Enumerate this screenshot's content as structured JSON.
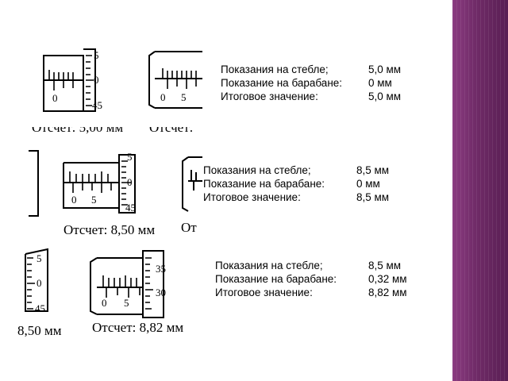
{
  "stripe_color": "#6e2a66",
  "panels": [
    {
      "rows": [
        {
          "label": "Показания на стебле;",
          "value": "5,0 мм"
        },
        {
          "label": "Показание на барабане:",
          "value": "0 мм"
        },
        {
          "label": "Итоговое значение:",
          "value": "5,0 мм"
        }
      ]
    },
    {
      "rows": [
        {
          "label": "Показания на стебле;",
          "value": "8,5 мм"
        },
        {
          "label": "Показание на барабане:",
          "value": "0 мм"
        },
        {
          "label": "Итоговое значение:",
          "value": "8,5 мм"
        }
      ]
    },
    {
      "rows": [
        {
          "label": "Показания на стебле;",
          "value": "8,5 мм"
        },
        {
          "label": "Показание на барабане:",
          "value": "0,32 мм"
        },
        {
          "label": "Итоговое значение:",
          "value": "8,82 мм"
        }
      ]
    }
  ],
  "micrometer_labels": {
    "scale_5": "5",
    "scale_0": "0",
    "scale_45": "45",
    "scale_35": "35",
    "scale_30": "30",
    "caption_1": "Отсчет: 5,00 мм",
    "caption_1b": "Отсчет:",
    "caption_2": "Отсчет: 8,50 мм",
    "caption_2b": "От",
    "caption_3a": "8,50 мм",
    "caption_3b": "Отсчет: 8,82 мм"
  }
}
